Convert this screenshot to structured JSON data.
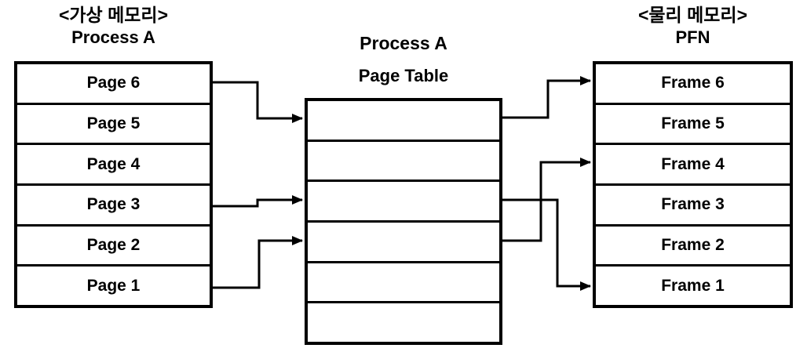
{
  "diagram": {
    "virtual_memory": {
      "title": "<가상 메모리>",
      "subtitle": "Process A",
      "rows": [
        "Page 6",
        "Page 5",
        "Page 4",
        "Page 3",
        "Page 2",
        "Page 1"
      ]
    },
    "page_table": {
      "title": "Process A",
      "subtitle": "Page Table",
      "rows": [
        "",
        "",
        "",
        "",
        "",
        ""
      ]
    },
    "physical_memory": {
      "title": "<물리 메모리>",
      "subtitle": "PFN",
      "rows": [
        "Frame 6",
        "Frame 5",
        "Frame 4",
        "Frame 3",
        "Frame 2",
        "Frame 1"
      ]
    },
    "mappings": [
      {
        "from": "Page 6",
        "via": "Page Table row 1",
        "to": "Frame 6"
      },
      {
        "from": "Page 3",
        "via": "Page Table row 3",
        "to": "Frame 1"
      },
      {
        "from": "Page 1",
        "via": "Page Table row 4",
        "to": "Frame 4"
      }
    ],
    "colors": {
      "line": "#000000",
      "background": "#ffffff",
      "text": "#000000"
    }
  }
}
